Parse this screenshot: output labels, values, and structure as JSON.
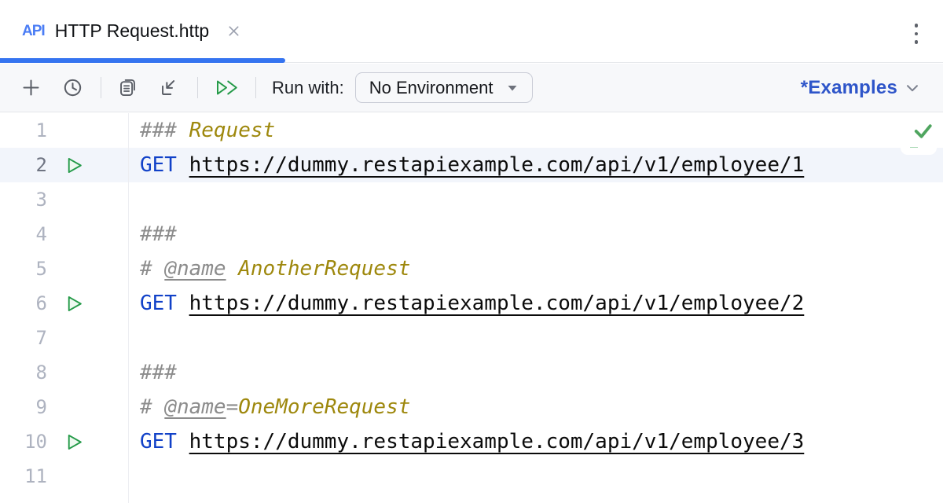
{
  "tab": {
    "file_type_badge": "API",
    "title": "HTTP Request.http"
  },
  "toolbar": {
    "icons": [
      "plus-icon",
      "clock-icon",
      "copy-icon",
      "import-arrow-icon",
      "run-all-icon"
    ],
    "run_with_label": "Run with:",
    "environment_value": "No Environment",
    "examples_label": "*Examples"
  },
  "editor": {
    "lines": [
      {
        "n": "1",
        "check": true,
        "segs": [
          [
            "comment",
            "### "
          ],
          [
            "name",
            "Request"
          ]
        ]
      },
      {
        "n": "2",
        "run": true,
        "active": true,
        "segs": [
          [
            "method",
            "GET "
          ],
          [
            "url",
            "https://dummy.restapiexample.com/api/v1/employee/1"
          ]
        ]
      },
      {
        "n": "3",
        "segs": []
      },
      {
        "n": "4",
        "segs": [
          [
            "comment",
            "###"
          ]
        ]
      },
      {
        "n": "5",
        "segs": [
          [
            "comment",
            "# "
          ],
          [
            "directive",
            "@name"
          ],
          [
            "comment",
            " "
          ],
          [
            "name",
            "AnotherRequest"
          ]
        ]
      },
      {
        "n": "6",
        "run": true,
        "segs": [
          [
            "method",
            "GET "
          ],
          [
            "url",
            "https://dummy.restapiexample.com/api/v1/employee/2"
          ]
        ]
      },
      {
        "n": "7",
        "segs": []
      },
      {
        "n": "8",
        "segs": [
          [
            "comment",
            "###"
          ]
        ]
      },
      {
        "n": "9",
        "segs": [
          [
            "comment",
            "# "
          ],
          [
            "directive",
            "@name"
          ],
          [
            "comment",
            "="
          ],
          [
            "name",
            "OneMoreRequest"
          ]
        ]
      },
      {
        "n": "10",
        "run": true,
        "segs": [
          [
            "method",
            "GET "
          ],
          [
            "url",
            "https://dummy.restapiexample.com/api/v1/employee/3"
          ]
        ]
      },
      {
        "n": "11",
        "segs": []
      }
    ]
  },
  "colors": {
    "accent": "#3574F0",
    "method_blue": "#1141C8",
    "name_olive": "#9E880D",
    "comment_gray": "#8C8C8C",
    "run_green": "#249A48",
    "check_green": "#4FA55F",
    "examples_blue": "#2E55C9",
    "active_line": "#F2F5FB",
    "url_dark": "#0B0B0B"
  }
}
